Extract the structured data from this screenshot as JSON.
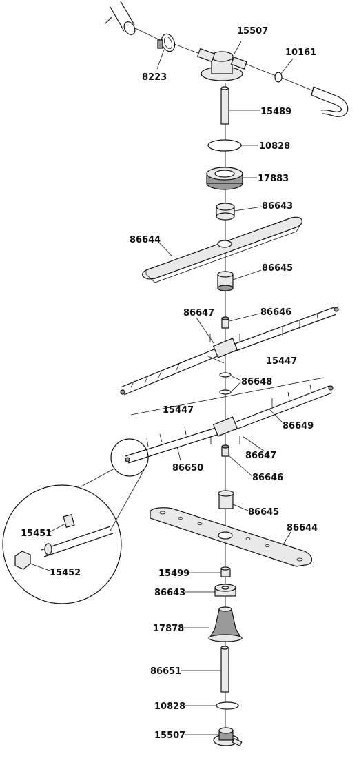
{
  "labels": {
    "l15507a": "15507",
    "l8223": "8223",
    "l10161": "10161",
    "l15489": "15489",
    "l10828a": "10828",
    "l17883": "17883",
    "l86643a": "86643",
    "l86644a": "86644",
    "l86645a": "86645",
    "l86647a": "86647",
    "l86646a": "86646",
    "l15447a": "15447",
    "l86648": "86648",
    "l15447b": "15447",
    "l86649": "86649",
    "l86647b": "86647",
    "l86650": "86650",
    "l86646b": "86646",
    "l15451": "15451",
    "l15452": "15452",
    "l86645b": "86645",
    "l86644b": "86644",
    "l15499": "15499",
    "l86643b": "86643",
    "l17878": "17878",
    "l86651": "86651",
    "l10828b": "10828",
    "l15507b": "15507"
  }
}
